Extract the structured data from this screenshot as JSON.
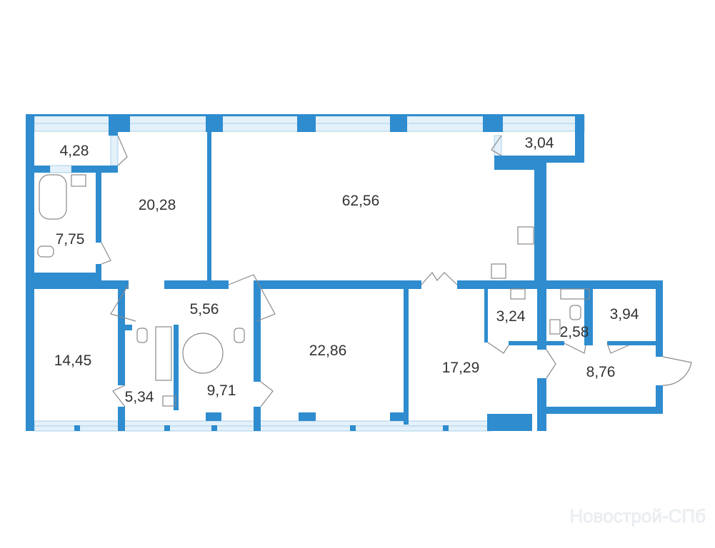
{
  "floorplan": {
    "wall_color": "#2e8ccf",
    "rooms": [
      {
        "name": "balcony-left",
        "area": "4,28"
      },
      {
        "name": "bedroom-1",
        "area": "20,28"
      },
      {
        "name": "living-kitchen",
        "area": "62,56"
      },
      {
        "name": "balcony-right",
        "area": "3,04"
      },
      {
        "name": "bathroom-1",
        "area": "7,75"
      },
      {
        "name": "hall",
        "area": "5,56"
      },
      {
        "name": "bedroom-2",
        "area": "14,45"
      },
      {
        "name": "bathroom-2",
        "area": "5,34"
      },
      {
        "name": "bathroom-3",
        "area": "9,71"
      },
      {
        "name": "bedroom-3",
        "area": "22,86"
      },
      {
        "name": "bedroom-4",
        "area": "17,29"
      },
      {
        "name": "laundry",
        "area": "3,24"
      },
      {
        "name": "wc",
        "area": "2,58"
      },
      {
        "name": "storage",
        "area": "3,94"
      },
      {
        "name": "entrance-hall",
        "area": "8,76"
      }
    ]
  },
  "watermark": "Новострой-СПб"
}
